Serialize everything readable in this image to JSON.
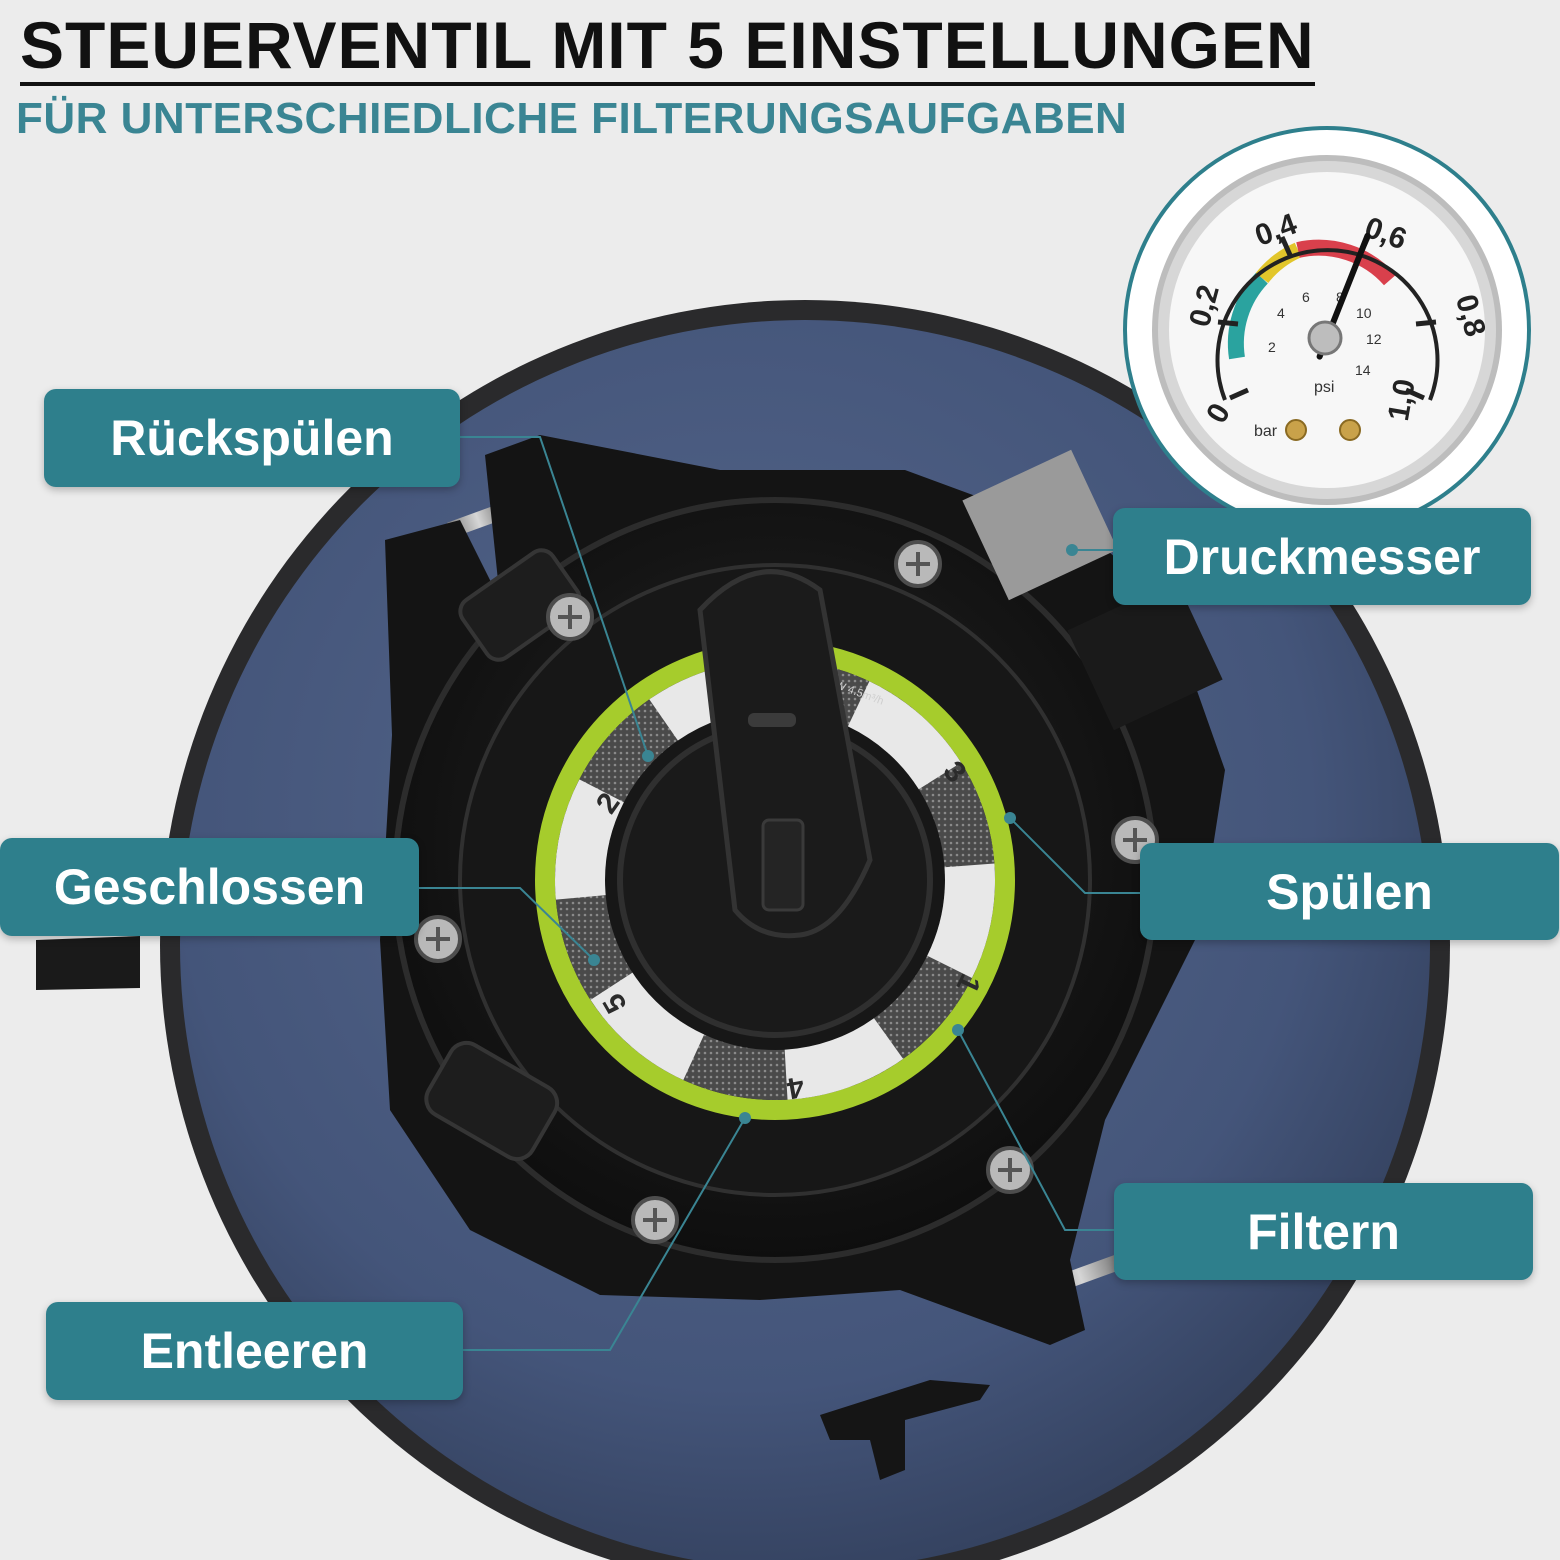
{
  "header": {
    "title": "STEUERVENTIL MIT 5 EINSTELLUNGEN",
    "subtitle": "FÜR UNTERSCHIEDLICHE FILTERUNGSAUFGABEN"
  },
  "labels": {
    "rueckspuelen": "Rückspülen",
    "druckmesser": "Druckmesser",
    "geschlossen": "Geschlossen",
    "spuelen": "Spülen",
    "filtern": "Filtern",
    "entleeren": "Entleeren"
  },
  "valve": {
    "positions": [
      "1",
      "2",
      "3",
      "4",
      "5"
    ],
    "flow_label": "EDFLOW 4.5m³/h"
  },
  "gauge": {
    "bar_ticks": [
      "0",
      "0,2",
      "0,4",
      "0,6",
      "0,8",
      "1,0"
    ],
    "psi_ticks": [
      "2",
      "4",
      "6",
      "8",
      "10",
      "12",
      "14"
    ],
    "bar_unit": "bar",
    "psi_unit": "psi",
    "needle_value_bar": 0.58
  },
  "colors": {
    "accent": "#2e7f8c",
    "subtitle": "#3a8593",
    "tank": "#46577a",
    "valve_green": "#a6cc2c"
  }
}
